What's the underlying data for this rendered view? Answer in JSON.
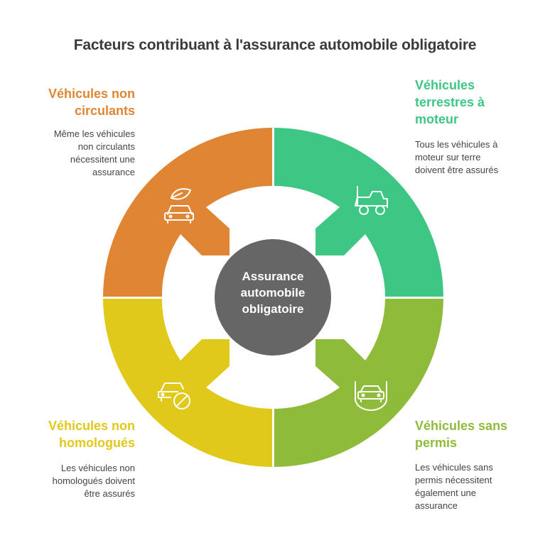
{
  "title": "Facteurs contribuant à l'assurance automobile obligatoire",
  "center": {
    "lines": [
      "Assurance",
      "automobile",
      "obligatoire"
    ],
    "color": "#666666"
  },
  "quadrants": {
    "top_left": {
      "heading_lines": [
        "Véhicules non",
        "circulants"
      ],
      "desc_lines": [
        "Même les véhicules",
        "non circulants",
        "nécessitent une",
        "assurance"
      ],
      "color": "#e08533",
      "icon": "car-leaf-icon"
    },
    "top_right": {
      "heading_lines": [
        "Véhicules",
        "terrestres à",
        "moteur"
      ],
      "desc_lines": [
        "Tous les véhicules à",
        "moteur sur terre",
        "doivent être assurés"
      ],
      "color": "#3ec684",
      "icon": "jeep-icon"
    },
    "bottom_left": {
      "heading_lines": [
        "Véhicules non",
        "homologués"
      ],
      "desc_lines": [
        "Les véhicules non",
        "homologués doivent",
        "être assurés"
      ],
      "color": "#e0c91a",
      "icon": "car-prohibited-icon"
    },
    "bottom_right": {
      "heading_lines": [
        "Véhicules sans",
        "permis"
      ],
      "desc_lines": [
        "Les véhicules sans",
        "permis nécessitent",
        "également une",
        "assurance"
      ],
      "color": "#8fbb3b",
      "icon": "car-shield-icon"
    }
  }
}
